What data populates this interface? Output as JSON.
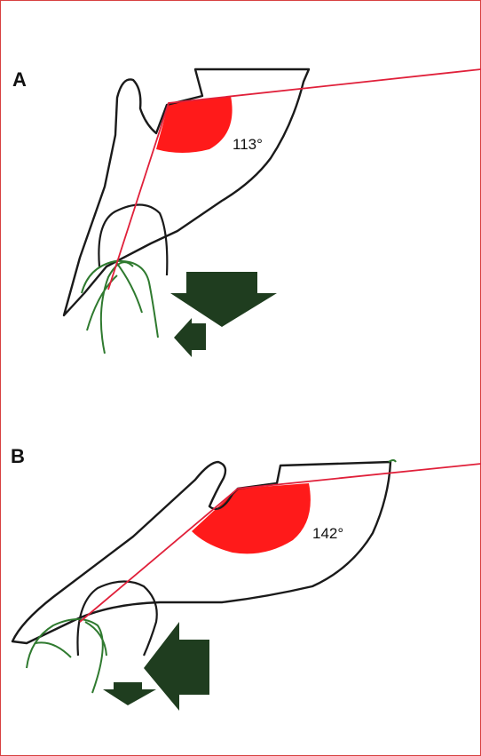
{
  "panels": [
    {
      "label": "A",
      "angle": "113°"
    },
    {
      "label": "B",
      "angle": "142°"
    }
  ],
  "colors": {
    "outline": "#1a1a1a",
    "reference_line": "#e0203a",
    "angle_fill": "#ff1a1a",
    "arrows": "#1f3d1f",
    "roots": "#2f7a2f",
    "frame": "#d84040"
  }
}
